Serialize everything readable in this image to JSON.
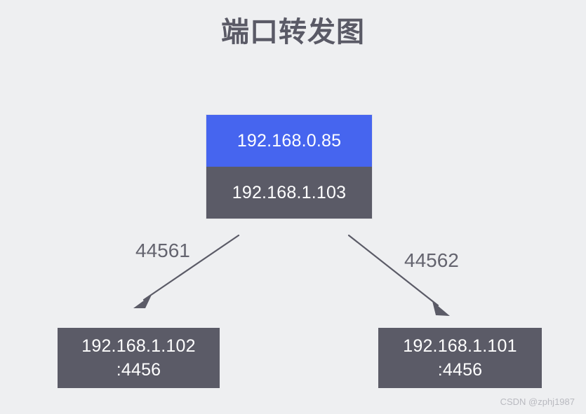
{
  "title": "端口转发图",
  "background_color": "#eeeff1",
  "colors": {
    "accent_blue": "#4665ef",
    "node_gray": "#5b5b67",
    "title_text": "#5a5a66",
    "label_text": "#64646f",
    "node_text": "#ffffff",
    "arrow": "#5b5b67",
    "watermark_text": "#b9bac0"
  },
  "root_node": {
    "public_address": "192.168.0.85",
    "private_address": "192.168.1.103"
  },
  "leaf_nodes": [
    {
      "address": "192.168.1.102",
      "port": ":4456"
    },
    {
      "address": "192.168.1.101",
      "port": ":4456"
    }
  ],
  "edges": [
    {
      "label": "44561",
      "direction": "down-left"
    },
    {
      "label": "44562",
      "direction": "down-right"
    }
  ],
  "watermark": "CSDN @zphj1987"
}
